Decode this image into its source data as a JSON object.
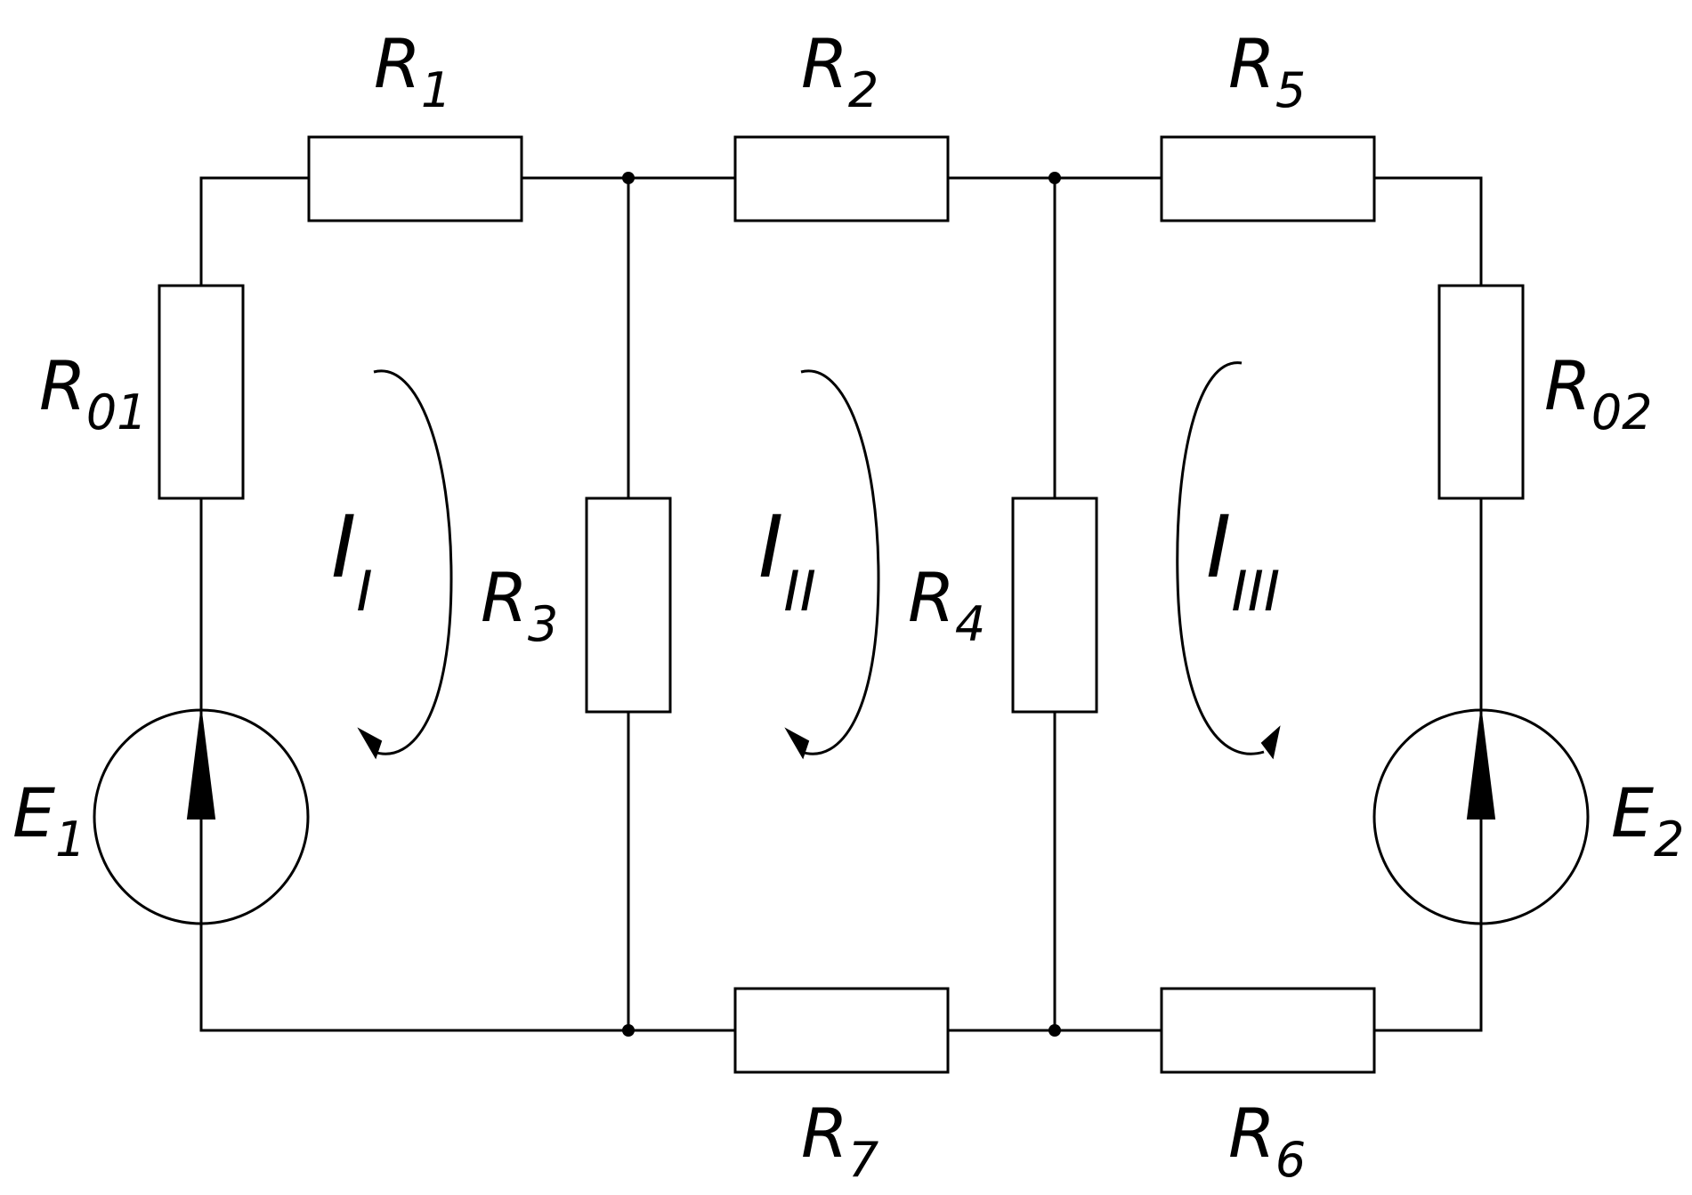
{
  "labels": {
    "R1": {
      "main": "R",
      "sub": "1"
    },
    "R2": {
      "main": "R",
      "sub": "2"
    },
    "R5": {
      "main": "R",
      "sub": "5"
    },
    "R01": {
      "main": "R",
      "sub": "01"
    },
    "R02": {
      "main": "R",
      "sub": "02"
    },
    "R3": {
      "main": "R",
      "sub": "3"
    },
    "R4": {
      "main": "R",
      "sub": "4"
    },
    "R7": {
      "main": "R",
      "sub": "7"
    },
    "R6": {
      "main": "R",
      "sub": "6"
    },
    "E1": {
      "main": "E",
      "sub": "1"
    },
    "E2": {
      "main": "E",
      "sub": "2"
    }
  },
  "loops": {
    "I": {
      "main": "I",
      "sub": "I"
    },
    "II": {
      "main": "I",
      "sub": "II"
    },
    "III": {
      "main": "I",
      "sub": "III"
    }
  }
}
